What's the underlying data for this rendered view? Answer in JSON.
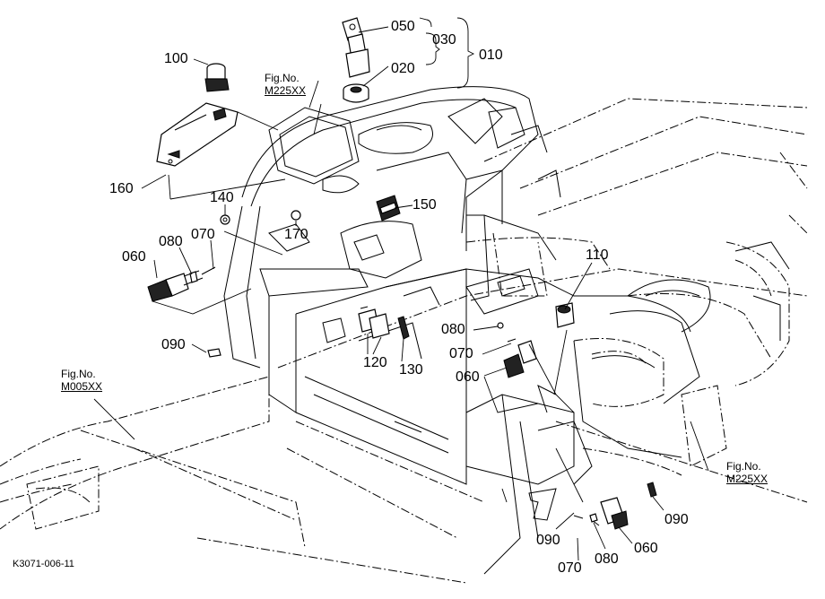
{
  "labels": {
    "p050": "050",
    "p030": "030",
    "p010": "010",
    "p020": "020",
    "p100": "100",
    "p160": "160",
    "p140": "140",
    "p150": "150",
    "p170": "170",
    "p080a": "080",
    "p070a": "070",
    "p060a": "060",
    "p090a": "090",
    "p110": "110",
    "p080b": "080",
    "p070b": "070",
    "p060b": "060",
    "p120": "120",
    "p130": "130",
    "p090b": "090",
    "p090c": "090",
    "p060c": "060",
    "p080c": "080",
    "p070c": "070"
  },
  "figrefs": {
    "r1": {
      "prefix": "Fig.No.",
      "num": "M225XX"
    },
    "r2": {
      "prefix": "Fig.No.",
      "num": "M005XX"
    },
    "r3": {
      "prefix": "Fig.No.",
      "num": "M225XX"
    }
  },
  "drawing_code": "K3071-006-11"
}
